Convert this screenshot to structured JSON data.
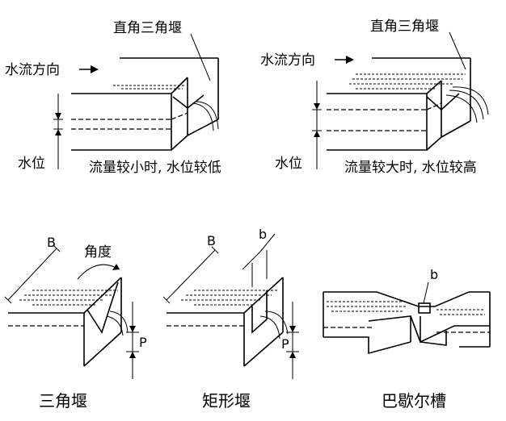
{
  "top_left": {
    "weir_label": "直角三角堰",
    "flow_label": "水流方向",
    "level_label": "水位",
    "caption": "流量较小时, 水位较低"
  },
  "top_right": {
    "weir_label": "直角三角堰",
    "flow_label": "水流方向",
    "level_label": "水位",
    "caption": "流量较大时, 水位较高"
  },
  "bottom_left": {
    "width_label": "B",
    "angle_label": "角度",
    "height_label": "P",
    "caption": "三角堰"
  },
  "bottom_middle": {
    "width_label": "B",
    "notch_label": "b",
    "height_label": "P",
    "caption": "矩形堰"
  },
  "bottom_right": {
    "throat_label": "b",
    "caption": "巴歇尔槽"
  },
  "colors": {
    "ink": "#000000",
    "paper": "#ffffff"
  }
}
